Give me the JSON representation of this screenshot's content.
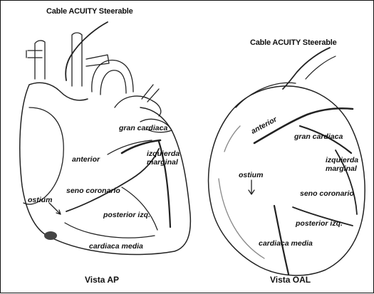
{
  "left_view": {
    "cable_label": "Cable ACUITY Steerable",
    "view_label": "Vista AP",
    "labels": {
      "gran_cardiaca": "gran cardiaca",
      "anterior": "anterior",
      "izquierda_marginal": "izquierda marginal",
      "seno_coronario": "seno coronario",
      "ostium": "ostium",
      "posterior_izq": "posterior izq.",
      "cardiaca_media": "cardiaca media"
    }
  },
  "right_view": {
    "cable_label": "Cable ACUITY Steerable",
    "view_label": "Vista OAL",
    "labels": {
      "anterior": "anterior",
      "gran_cardiaca": "gran cardiaca",
      "izquierda_marginal": "izquierda marginal",
      "ostium": "ostium",
      "seno_coronario": "seno coronario",
      "posterior_izq": "posterior izq.",
      "cardiaca_media": "cardiaca media"
    }
  }
}
